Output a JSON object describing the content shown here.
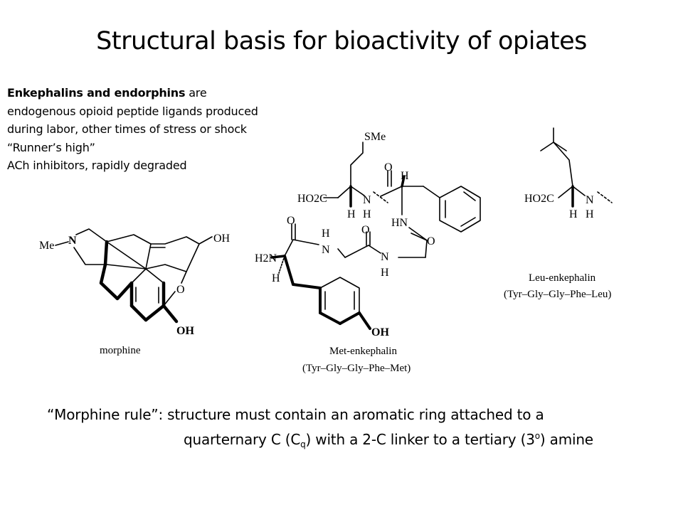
{
  "slide": {
    "title": "Structural basis for bioactivity of opiates"
  },
  "intro": {
    "bold_lead": "Enkephalins and endorphins",
    "line1_rest": " are",
    "line2": "endogenous opioid peptide ligands produced",
    "line3": "during labor, other times of stress or shock",
    "line4": "“Runner’s high”",
    "line5": "ACh inhibitors, rapidly degraded"
  },
  "structures": {
    "morphine": {
      "name": "morphine",
      "me": "Me",
      "n": "N",
      "oh_top": "OH",
      "o_ring": "O",
      "oh_bottom": "OH"
    },
    "met_enkephalin": {
      "name": "Met-enkephalin",
      "sequence": "(Tyr–Gly–Gly–Phe–Met)",
      "sme": "SMe",
      "ho2c": "HO2C",
      "h": "H",
      "n": "N",
      "o": "O",
      "hn": "HN",
      "h2n": "H2N",
      "oh": "OH"
    },
    "leu_enkephalin": {
      "name": "Leu-enkephalin",
      "sequence": "(Tyr–Gly–Gly–Phe–Leu)",
      "ho2c": "HO2C",
      "h": "H",
      "n": "N"
    }
  },
  "rule": {
    "line1": "“Morphine rule”:  structure must contain an aromatic ring attached to a",
    "line2_a": "quarternary C (C",
    "line2_sub": "q",
    "line2_b": ") with a 2-C linker to a tertiary (3",
    "line2_sup": "o",
    "line2_c": ") amine"
  }
}
